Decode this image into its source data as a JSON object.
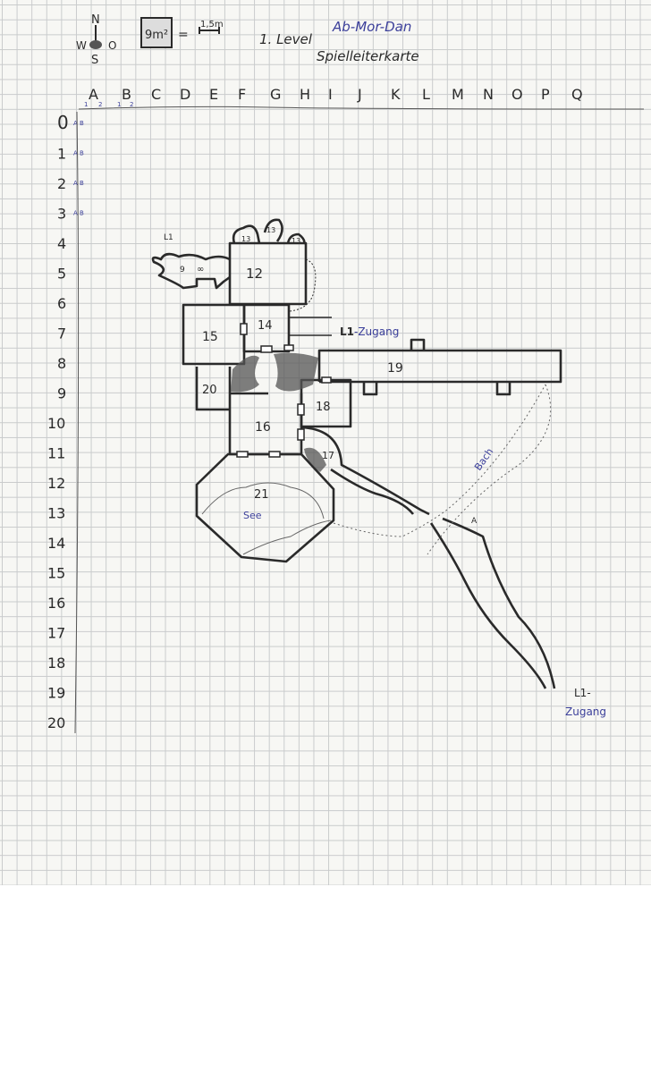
{
  "header": {
    "title": "Ab-Mor-Dan",
    "level": "1. Level",
    "subtitle": "Spielleiterkarte"
  },
  "compass": {
    "n": "N",
    "w": "W",
    "o": "O",
    "s": "S"
  },
  "scale": {
    "area": "9m²",
    "equals": "=",
    "length": "1,5m"
  },
  "columns": [
    "A",
    "B",
    "C",
    "D",
    "E",
    "F",
    "G",
    "H",
    "I",
    "J",
    "K",
    "L",
    "M",
    "N",
    "O",
    "P",
    "Q"
  ],
  "column_sub": [
    "1",
    "2",
    "1",
    "2"
  ],
  "rows": [
    "0",
    "1",
    "2",
    "3",
    "4",
    "5",
    "6",
    "7",
    "8",
    "9",
    "10",
    "11",
    "12",
    "13",
    "14",
    "15",
    "16",
    "17",
    "18",
    "19",
    "20"
  ],
  "row_sub": "A B",
  "rooms": {
    "r12": "12",
    "r13a": "13",
    "r13b": "13",
    "r13c": "13",
    "r14": "14",
    "r15": "15",
    "r16": "16",
    "r17": "17",
    "r18": "18",
    "r19": "19",
    "r20": "20",
    "r21": "21"
  },
  "labels": {
    "l1_top": "L1",
    "nine": "9",
    "inf": "∞",
    "zugang1_l1": "L1",
    "zugang1": "-Zugang",
    "zugang2_l1": "L1-",
    "zugang2": "Zugang",
    "see": "See",
    "bach": "Bach",
    "a": "A"
  },
  "colors": {
    "ink": "#2a2a2a",
    "blue_ink": "#3b3f9a",
    "paper": "#f7f7f4",
    "grid": "#c9cbcc"
  }
}
